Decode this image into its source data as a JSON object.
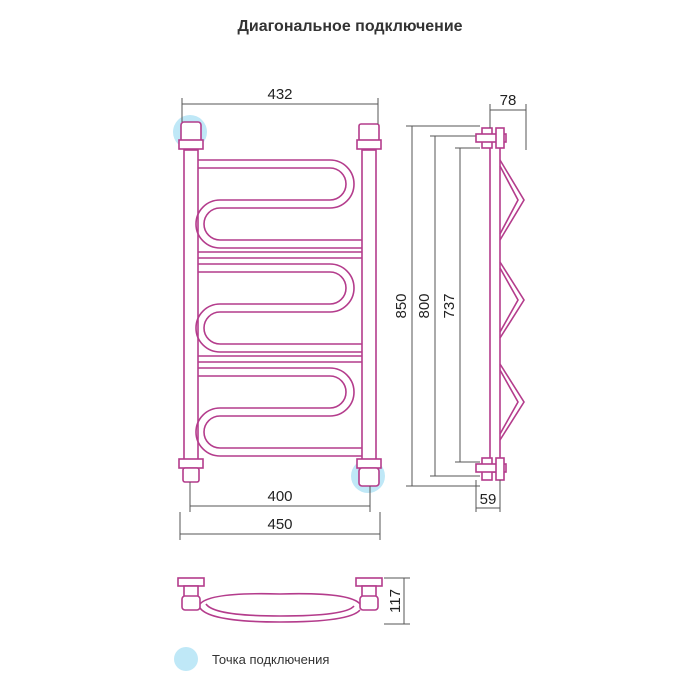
{
  "title": "Диагональное подключение",
  "dimensions": {
    "top_width": "432",
    "depth_top": "78",
    "height_total": "850",
    "height_axis": "800",
    "height_inner": "737",
    "axis_width": "400",
    "outer_width": "450",
    "depth_bottom": "59",
    "bottom_view_depth": "117"
  },
  "legend": {
    "connection_point": "Точка подключения"
  },
  "colors": {
    "pipe": "#b43c8c",
    "connection_highlight": "#bfe8f7",
    "dimension_line": "#555555"
  }
}
